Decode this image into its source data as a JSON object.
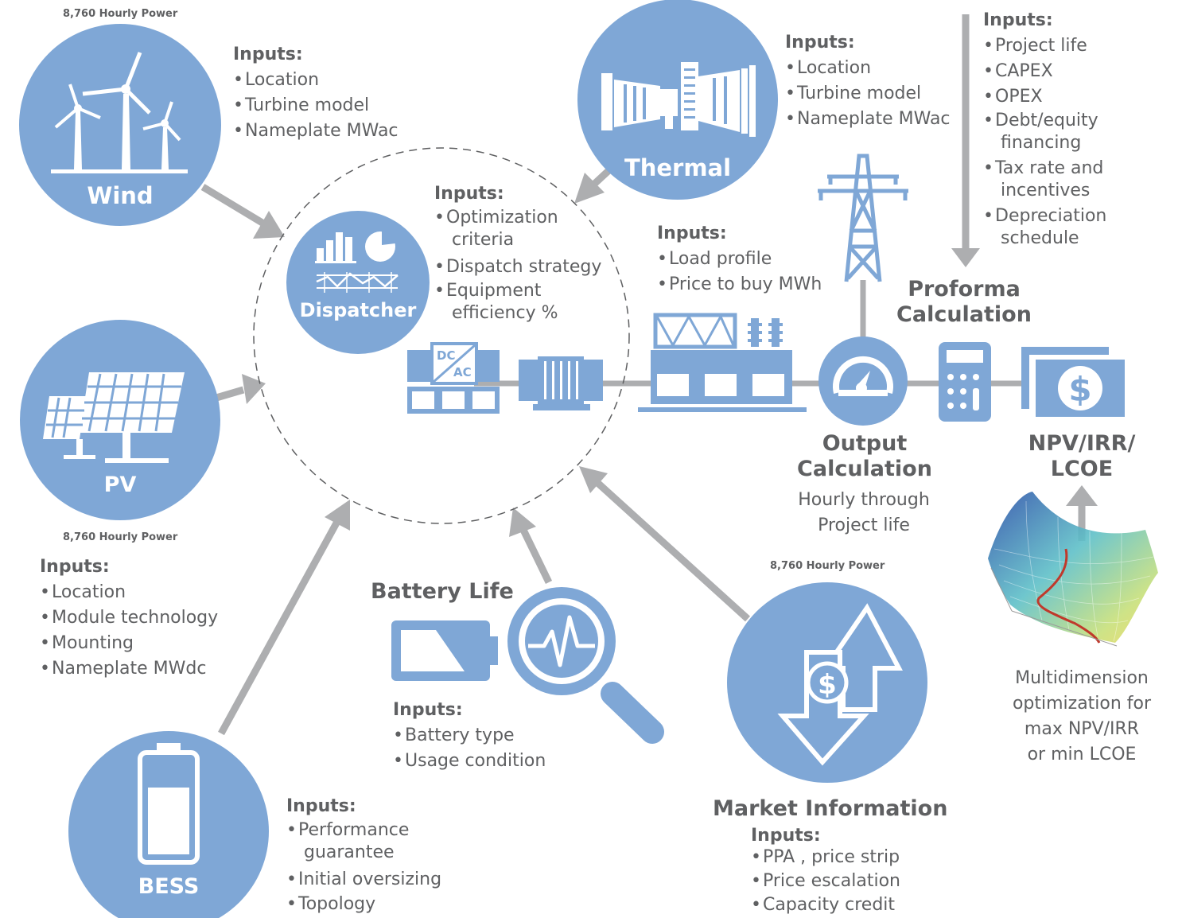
{
  "colors": {
    "blue": "#7fa7d6",
    "gray": "#adaeb0",
    "text": "#5f6062",
    "white": "#ffffff"
  },
  "icons": [
    "wind-turbine-icon",
    "solar-panel-icon",
    "battery-icon",
    "thermal-turbine-icon",
    "dispatcher-chart-icon",
    "inverter-icon",
    "transformer-icon",
    "substation-icon",
    "transmission-tower-icon",
    "gauge-icon",
    "calculator-icon",
    "money-icon",
    "battery-level-icon",
    "magnifier-pulse-icon",
    "market-arrows-icon",
    "optimization-surface-icon"
  ],
  "inputs_label": "Inputs:",
  "wind": {
    "label": "Wind",
    "power_label": "8,760 Hourly Power",
    "inputs": [
      "Location",
      "Turbine model",
      "Nameplate MWac"
    ]
  },
  "pv": {
    "label": "PV",
    "power_label": "8,760 Hourly Power",
    "inputs": [
      "Location",
      "Module technology",
      "Mounting",
      "Nameplate MWdc"
    ]
  },
  "bess": {
    "label": "BESS",
    "inputs": [
      "Performance\n guarantee",
      "Initial oversizing",
      "Topology"
    ]
  },
  "thermal": {
    "label": "Thermal",
    "inputs": [
      "Location",
      "Turbine model",
      "Nameplate MWac"
    ]
  },
  "dispatcher": {
    "label": "Dispatcher",
    "inputs": [
      "Optimization\n criteria",
      "Dispatch strategy",
      "Equipment\n efficiency %"
    ]
  },
  "inverter": {
    "dc": "DC",
    "ac": "AC"
  },
  "grid": {
    "inputs": [
      "Load profile",
      "Price to buy MWh"
    ]
  },
  "proforma": {
    "title": "Proforma\nCalculation",
    "inputs": [
      "Project life",
      "CAPEX",
      "OPEX",
      "Debt/equity\n financing",
      "Tax rate and\n incentives",
      "Depreciation\n schedule"
    ]
  },
  "output": {
    "title": "Output\nCalculation",
    "note": "Hourly through\nProject life"
  },
  "npv": {
    "title": "NPV/IRR/\nLCOE",
    "note": "Multidimension\noptimization for\nmax NPV/IRR\nor min LCOE"
  },
  "battery_life": {
    "title": "Battery Life",
    "inputs": [
      "Battery type",
      "Usage condition"
    ]
  },
  "market": {
    "title": "Market Information",
    "power_label": "8,760 Hourly Power",
    "inputs": [
      "PPA , price strip",
      "Price escalation",
      "Capacity credit"
    ]
  }
}
